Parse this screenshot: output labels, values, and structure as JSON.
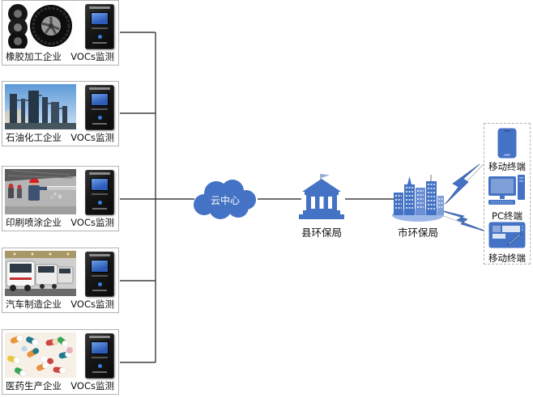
{
  "colors": {
    "accent_blue": "#4472C4",
    "light_blue": "#9DB7E8",
    "connector_gray": "#3f3f3f",
    "box_border": "#b3b3b3",
    "device_black": "#141414"
  },
  "sources": [
    {
      "industry_label": "橡胶加工企业",
      "monitor_label": "VOCs监测",
      "photo": "tires-photo"
    },
    {
      "industry_label": "石油化工企业",
      "monitor_label": "VOCs监测",
      "photo": "petrochemical-plant-photo"
    },
    {
      "industry_label": "印刷喷涂企业",
      "monitor_label": "VOCs监测",
      "photo": "spray-coating-photo"
    },
    {
      "industry_label": "汽车制造企业",
      "monitor_label": "VOCs监测",
      "photo": "auto-manufacturing-photo"
    },
    {
      "industry_label": "医药生产企业",
      "monitor_label": "VOCs监测",
      "photo": "pharmaceutical-photo"
    }
  ],
  "hub": {
    "cloud_label": "云中心"
  },
  "bureaus": {
    "county_label": "县环保局",
    "city_label": "市环保局"
  },
  "terminals": {
    "items": [
      {
        "label": "移动终端",
        "icon": "smartphone-icon"
      },
      {
        "label": "PC终端",
        "icon": "desktop-computer-icon"
      },
      {
        "label": "移动终端",
        "icon": "tablet-icon"
      }
    ]
  }
}
